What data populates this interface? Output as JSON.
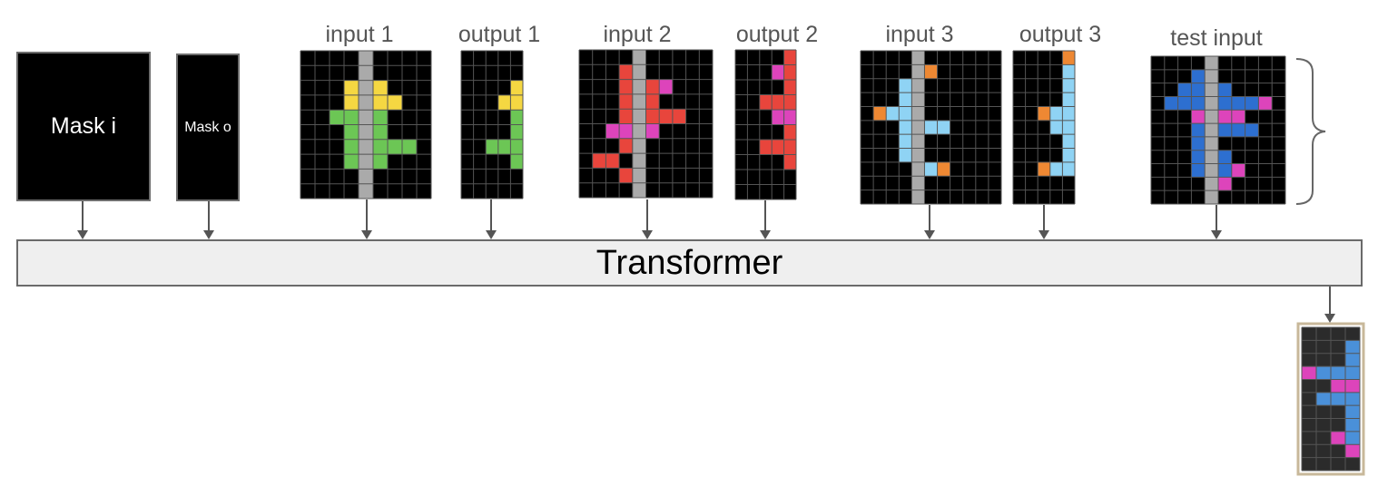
{
  "labels": {
    "mask_i": "Mask i",
    "mask_o": "Mask o",
    "input_1": "input 1",
    "output_1": "output 1",
    "input_2": "input 2",
    "output_2": "output 2",
    "input_3": "input 3",
    "output_3": "output 3",
    "test_input": "test input",
    "transformer": "Transformer"
  },
  "colors": {
    "background": "#000000",
    "grid_line": "#555555",
    "divider": "#aaaaaa",
    "yellow": "#f5d742",
    "green": "#6cc655",
    "red": "#e8453c",
    "magenta": "#dd44bb",
    "orange": "#ee8833",
    "light_blue": "#8fd3f4",
    "blue": "#2d6fd0",
    "result_bg": "#2b2b2b",
    "result_blue": "#4a90d9",
    "result_border": "#c8b89a"
  },
  "grids": {
    "input_1": {
      "rows": 10,
      "cols": 9,
      "cells": [
        "000000000",
        "000000000",
        "000Y0Y000",
        "000Y0YY00",
        "00GG0G000",
        "000G0G000",
        "000G0GGG0",
        "000G0G000",
        "000000000",
        "000000000"
      ]
    },
    "output_1": {
      "rows": 10,
      "cols": 5,
      "cells": [
        "00000",
        "00000",
        "0000Y",
        "000YY",
        "0000G",
        "0000G",
        "00GGG",
        "0000G",
        "00000",
        "00000"
      ]
    },
    "input_2": {
      "rows": 10,
      "cols": 10,
      "cells": [
        "0000000000",
        "000R000000",
        "000R0RM000",
        "000R0R0000",
        "000R0RRR00",
        "00MM0M0000",
        "000R000000",
        "0RR0000000",
        "000R000000",
        "0000000000"
      ]
    },
    "output_2": {
      "rows": 10,
      "cols": 5,
      "cells": [
        "0000R",
        "000MR",
        "0000R",
        "00RRR",
        "000MM",
        "0000R",
        "00RRR",
        "0000R",
        "00000",
        "00000"
      ]
    },
    "input_3": {
      "rows": 11,
      "cols": 11,
      "cells": [
        "00000000000",
        "00000O00000",
        "000L0000000",
        "000L0000000",
        "0OLL0000000",
        "000L0LL0000",
        "000L0000000",
        "000LL000000",
        "00000LO0000",
        "00000000000",
        "00000000000"
      ]
    },
    "output_3": {
      "rows": 11,
      "cols": 5,
      "cells": [
        "0000O",
        "0000L",
        "0000L",
        "0000L",
        "00OLL",
        "000LL",
        "0000L",
        "0000L",
        "00OLL",
        "00000",
        "00000"
      ]
    },
    "test_input": {
      "rows": 11,
      "cols": 10,
      "cells": [
        "0000000000",
        "000B000000",
        "00BB0B0000",
        "0BBB0BBBM0",
        "000M0MM000",
        "000B0BBB00",
        "000B000000",
        "000B0B0000",
        "000B0BM000",
        "00000M0000",
        "0000000000"
      ]
    },
    "result": {
      "rows": 11,
      "cols": 4,
      "cells": [
        "0000",
        "000U",
        "000U",
        "MUUU",
        "00MM",
        "0UUU",
        "000U",
        "000U",
        "00MU",
        "000M",
        "0000"
      ]
    }
  }
}
